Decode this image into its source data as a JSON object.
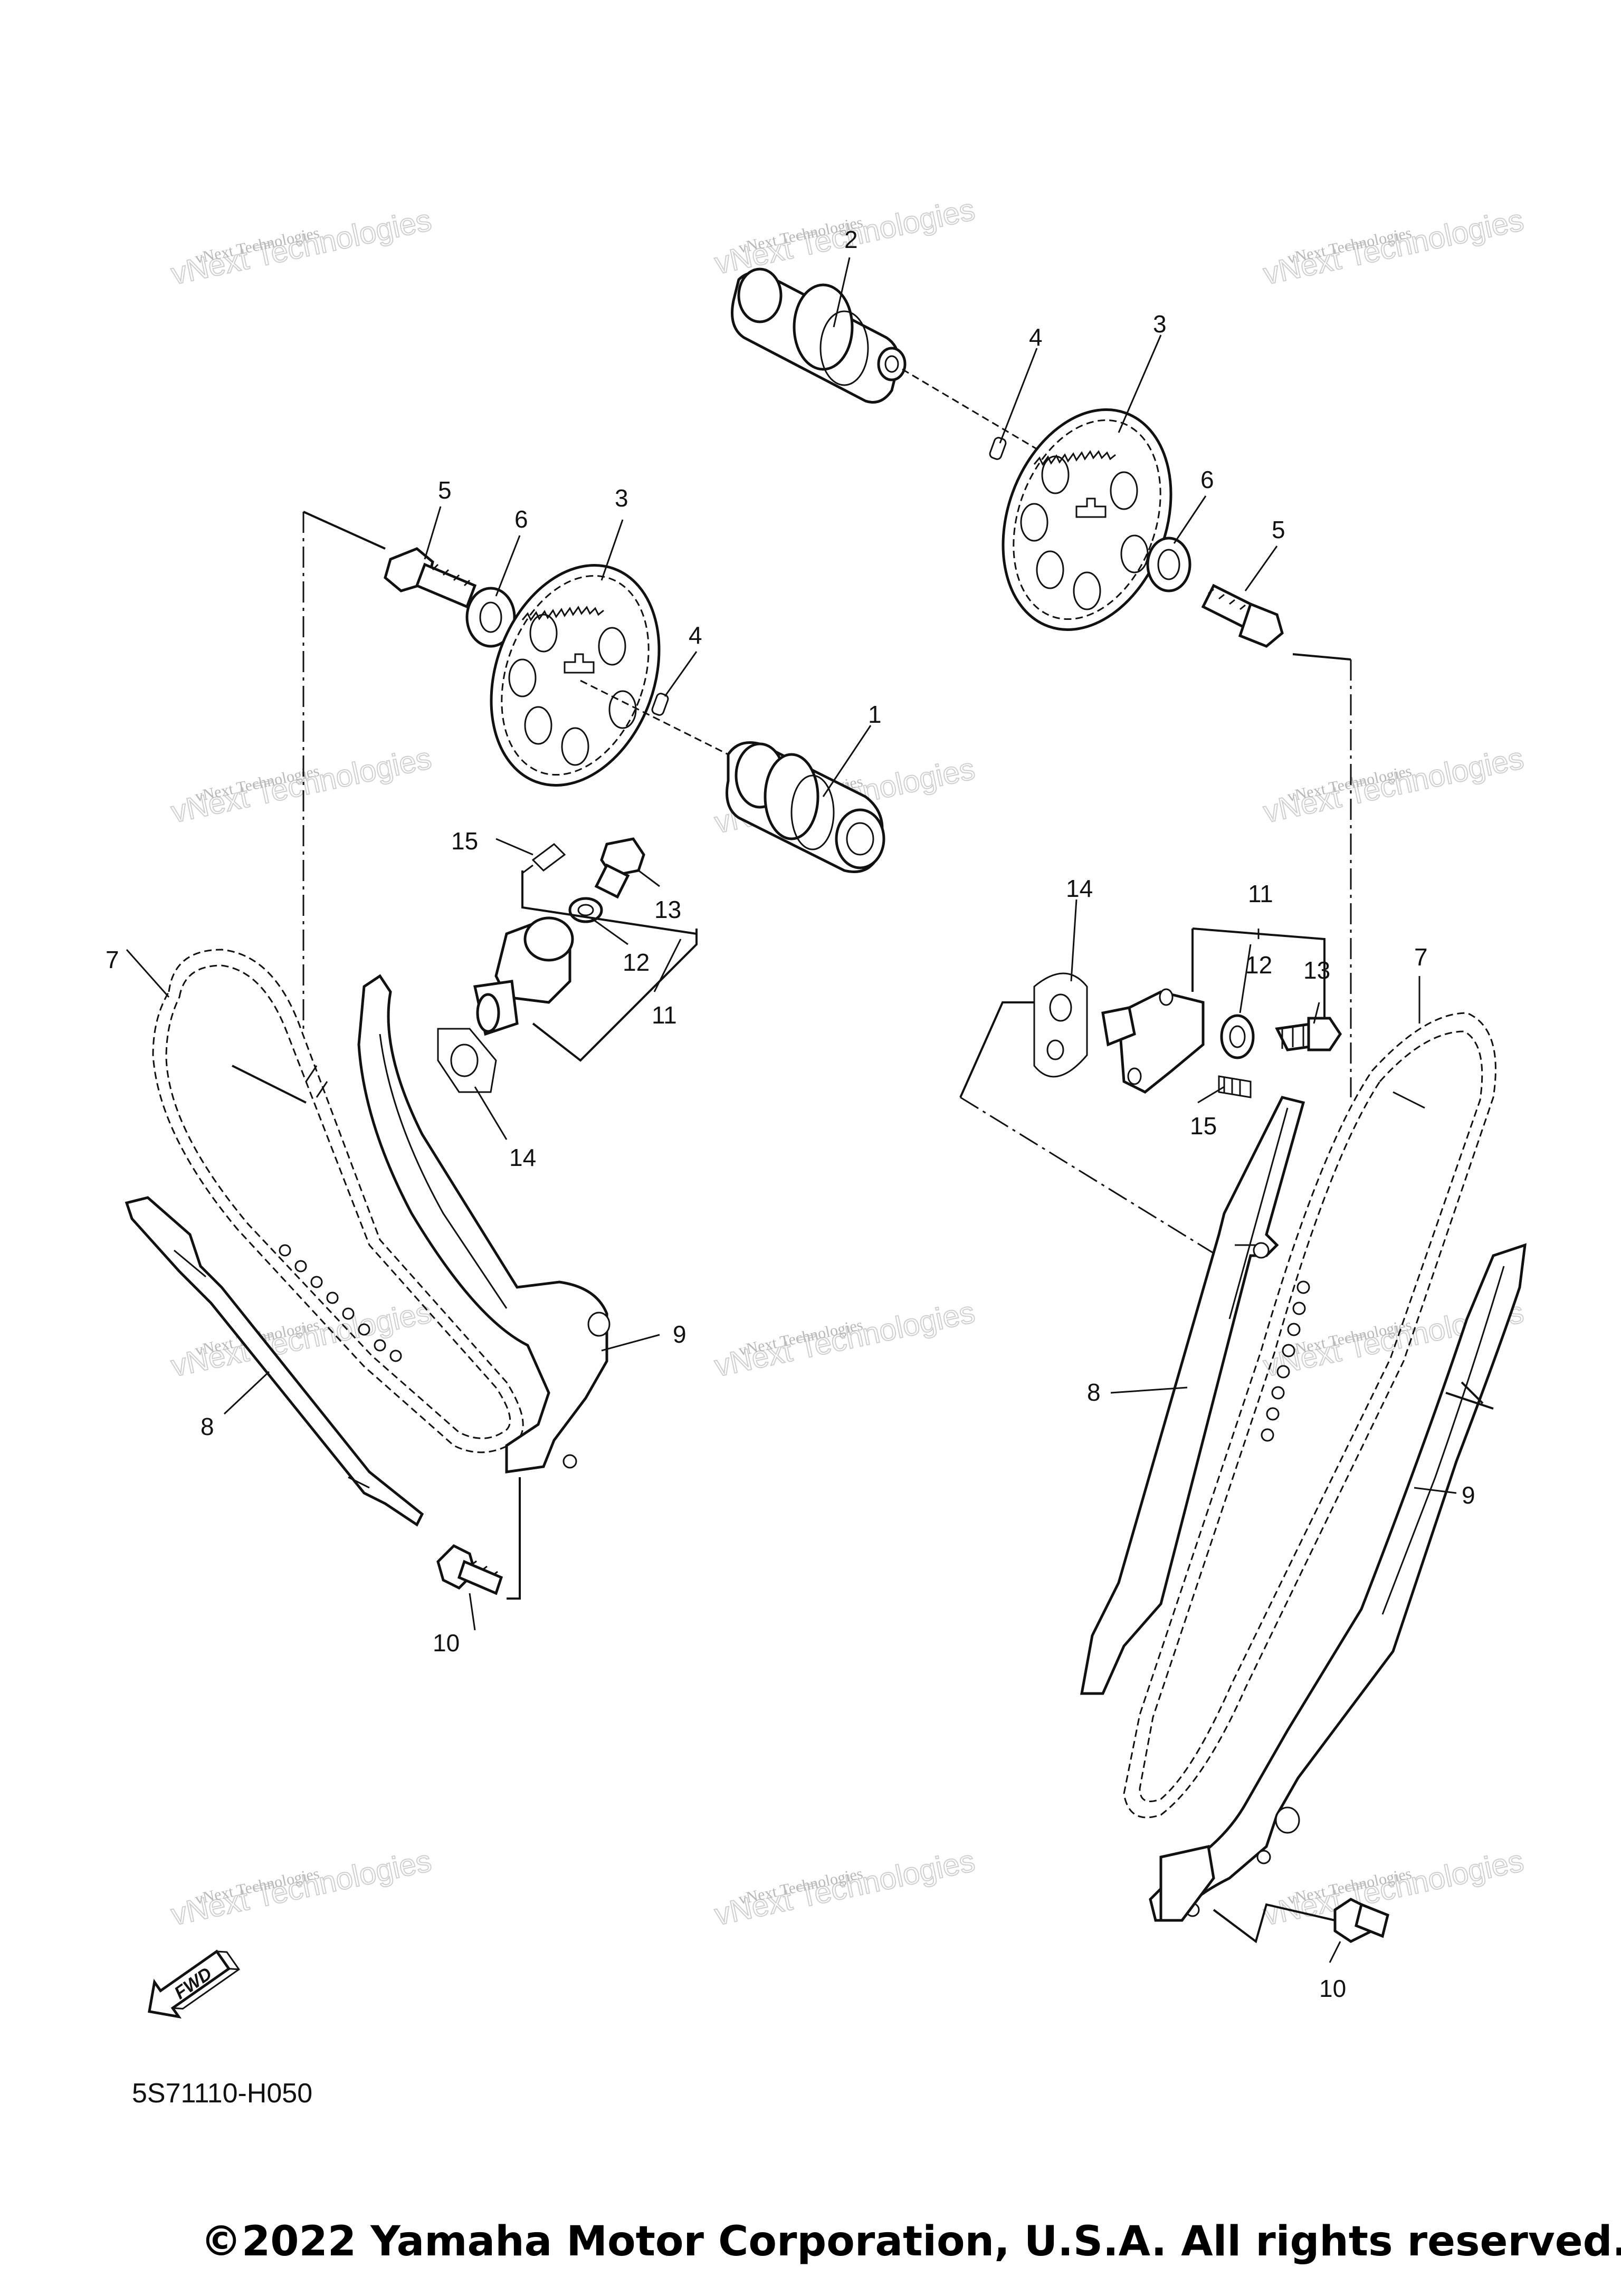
{
  "diagram": {
    "code": "5S71110-H050",
    "copyright": "©2022 Yamaha Motor Corporation, U.S.A. All rights reserved.",
    "fwd_label": "FWD"
  },
  "watermark": {
    "line1": "vNext Technologies",
    "line2": "vNext Technologies"
  },
  "callouts": {
    "c1": "1",
    "c2": "2",
    "c3a": "3",
    "c3b": "3",
    "c4a": "4",
    "c4b": "4",
    "c5a": "5",
    "c5b": "5",
    "c6a": "6",
    "c6b": "6",
    "c7a": "7",
    "c7b": "7",
    "c8a": "8",
    "c8b": "8",
    "c9a": "9",
    "c9b": "9",
    "c10a": "10",
    "c10b": "10",
    "c11a": "11",
    "c11b": "11",
    "c12a": "12",
    "c12b": "12",
    "c13a": "13",
    "c13b": "13",
    "c14a": "14",
    "c14b": "14",
    "c15a": "15",
    "c15b": "15"
  }
}
